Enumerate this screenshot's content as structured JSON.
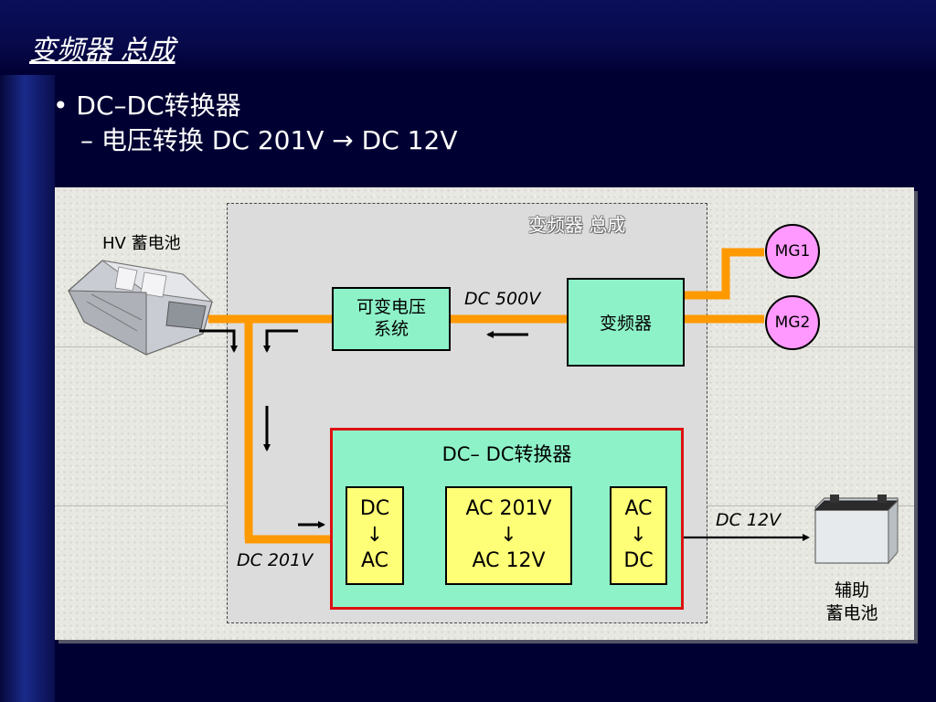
{
  "slide": {
    "title": "变频器 总成",
    "bullet": "• DC–DC转换器",
    "sub": "– 电压转换 DC 201V → DC 12V"
  },
  "diagram": {
    "assembly_label": "变频器 总成",
    "hv_battery_label": "HV 蓄电池",
    "boost_converter": "可变电压\n系统",
    "inverter": "变频器",
    "mg1": "MG1",
    "mg2": "MG2",
    "dc500": "DC 500V",
    "dcdc_title": "DC– DC转换器",
    "dc_ac": "DC\n↓\nAC",
    "ac_ac": "AC 201V\n↓\nAC 12V",
    "ac_dc": "AC\n↓\nDC",
    "dc201": "DC 201V",
    "dc12": "DC 12V",
    "aux_battery_label": "辅助\n蓄电池"
  },
  "colors": {
    "power_line": "#ff9900",
    "converter_box": "#8ef2c8",
    "stage_box": "#ffff77",
    "motor": "#ff99ff",
    "dcdc_border": "#dd1111"
  }
}
